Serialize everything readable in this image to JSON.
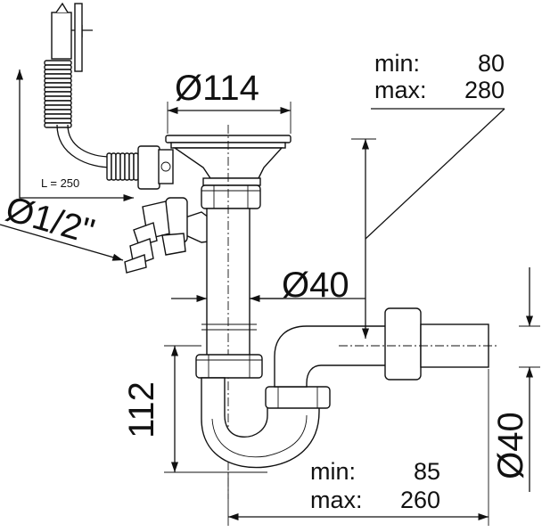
{
  "dimensions": {
    "strainer_diameter": "Ø114",
    "outlet_diameter": "Ø40",
    "inlet_thread": "Ø1/2\"",
    "wall_outlet_diameter": "Ø40",
    "overflow_hose_length": "L = 250",
    "trap_depth": "112",
    "top_range": {
      "min_label": "min:",
      "min_value": "80",
      "max_label": "max:",
      "max_value": "280"
    },
    "bottom_range": {
      "min_label": "min:",
      "min_value": "85",
      "max_label": "max:",
      "max_value": "260"
    }
  }
}
